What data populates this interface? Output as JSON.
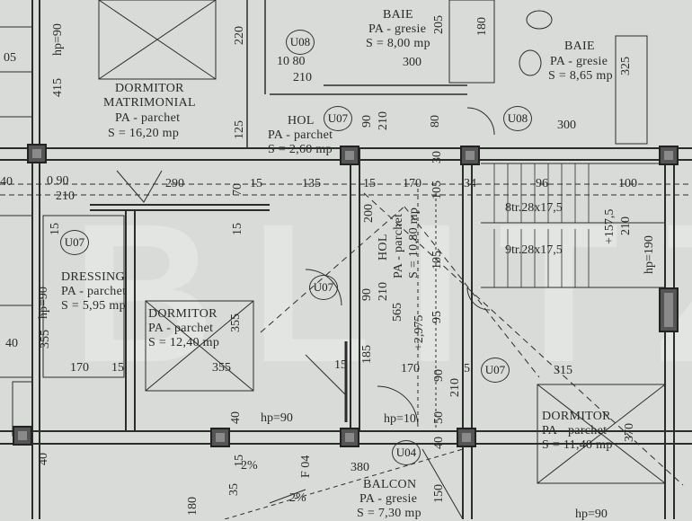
{
  "rooms": {
    "dormitor_matrimonial": {
      "name1": "DORMITOR",
      "name2": "MATRIMONIAL",
      "floor": "PA - parchet",
      "area": "S = 16,20 mp"
    },
    "baie1": {
      "name": "BAIE",
      "floor": "PA - gresie",
      "area": "S = 8,00 mp"
    },
    "baie2": {
      "name": "BAIE",
      "floor": "PA - gresie",
      "area": "S = 8,65 mp"
    },
    "hol1": {
      "name": "HOL",
      "floor": "PA - parchet",
      "area": "S = 2,60 mp"
    },
    "hol2": {
      "name": "HOL",
      "floor": "PA - parchet",
      "area": "S = 10,80 mp"
    },
    "dressing": {
      "name": "DRESSING",
      "floor": "PA - parchet",
      "area": "S = 5,95 mp"
    },
    "dormitor2": {
      "name": "DORMITOR",
      "floor": "PA - parchet",
      "area": "S = 12,40 mp"
    },
    "dormitor3": {
      "name": "DORMITOR",
      "floor": "PA - parchet",
      "area": "S = 11,40 mp"
    },
    "balcon": {
      "name": "BALCON",
      "floor": "PA - gresie",
      "area": "S = 7,30 mp"
    }
  },
  "door_tags": [
    "U08",
    "U07",
    "U08",
    "U07",
    "U07",
    "U07",
    "U04"
  ],
  "stairs": [
    "8tr.28x17,5",
    "9tr.28x17,5"
  ],
  "elevation": [
    "+157,5",
    "210",
    "+2,975"
  ],
  "dims": {
    "d220": "220",
    "d415": "415",
    "d10_80": "10 80",
    "d210": "210",
    "d300a": "300",
    "d205": "205",
    "d180": "180",
    "d325": "325",
    "d300b": "300",
    "d90a": "90",
    "d210b": "210",
    "d80": "80",
    "d15a": "15",
    "d125": "125",
    "d290": "290",
    "d0_90": "0 90",
    "d210c": "210",
    "d40": "40",
    "d70": "70",
    "d15b": "15",
    "d135": "135",
    "d15c": "15",
    "d170a": "170",
    "d34": "34",
    "d96": "96",
    "d100": "100",
    "d200": "200",
    "d15d": "15",
    "d105a": "105",
    "d105b": "105",
    "d30": "30",
    "d10": "10",
    "d5": "5",
    "d15e": "15",
    "d355a": "355",
    "d170b": "170",
    "d15f": "15",
    "d355b": "355",
    "d90b": "90",
    "d210d": "210",
    "d565": "565",
    "d95": "95",
    "d185": "185",
    "d15g": "15",
    "d170c": "170",
    "d90c": "90",
    "d5b": "5",
    "d315": "315",
    "d40b": "40",
    "d210e": "210",
    "d50": "50",
    "d40c": "40",
    "d380": "380",
    "d370": "370",
    "d150": "150",
    "d180b": "180",
    "d35": "35",
    "d40d": "40",
    "d15h": "15",
    "d05": "05",
    "d355c": "355",
    "d40e": "40",
    "pct1": "2%",
    "pct2": "2%",
    "f04": "F 04"
  },
  "hp": {
    "hp90a": "hp=90",
    "hp90b": "hp=90",
    "hp90c": "hp=90",
    "hp90d": "hp=90",
    "hp10": "hp=10",
    "hp190": "hp=190"
  },
  "watermark": "BLITZ"
}
